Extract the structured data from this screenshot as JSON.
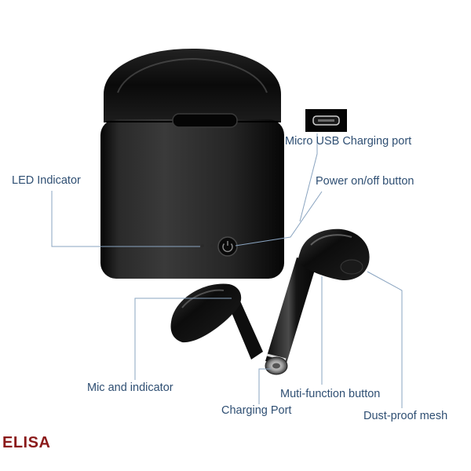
{
  "callouts": {
    "led_indicator": "LED Indicator",
    "micro_usb": "Micro USB Charging port",
    "power_button": "Power on/off button",
    "mic_indicator": "Mic  and indicator",
    "multi_function": "Muti-function button",
    "charging_port": "Charging Port",
    "dust_proof": "Dust-proof mesh"
  },
  "brand": "ELISA",
  "colors": {
    "label_text": "#2f4f73",
    "leader_line": "#8aa4c0",
    "product_black": "#111111",
    "brand_red": "#8b1a1a"
  },
  "icons": {
    "power": "power-icon"
  }
}
